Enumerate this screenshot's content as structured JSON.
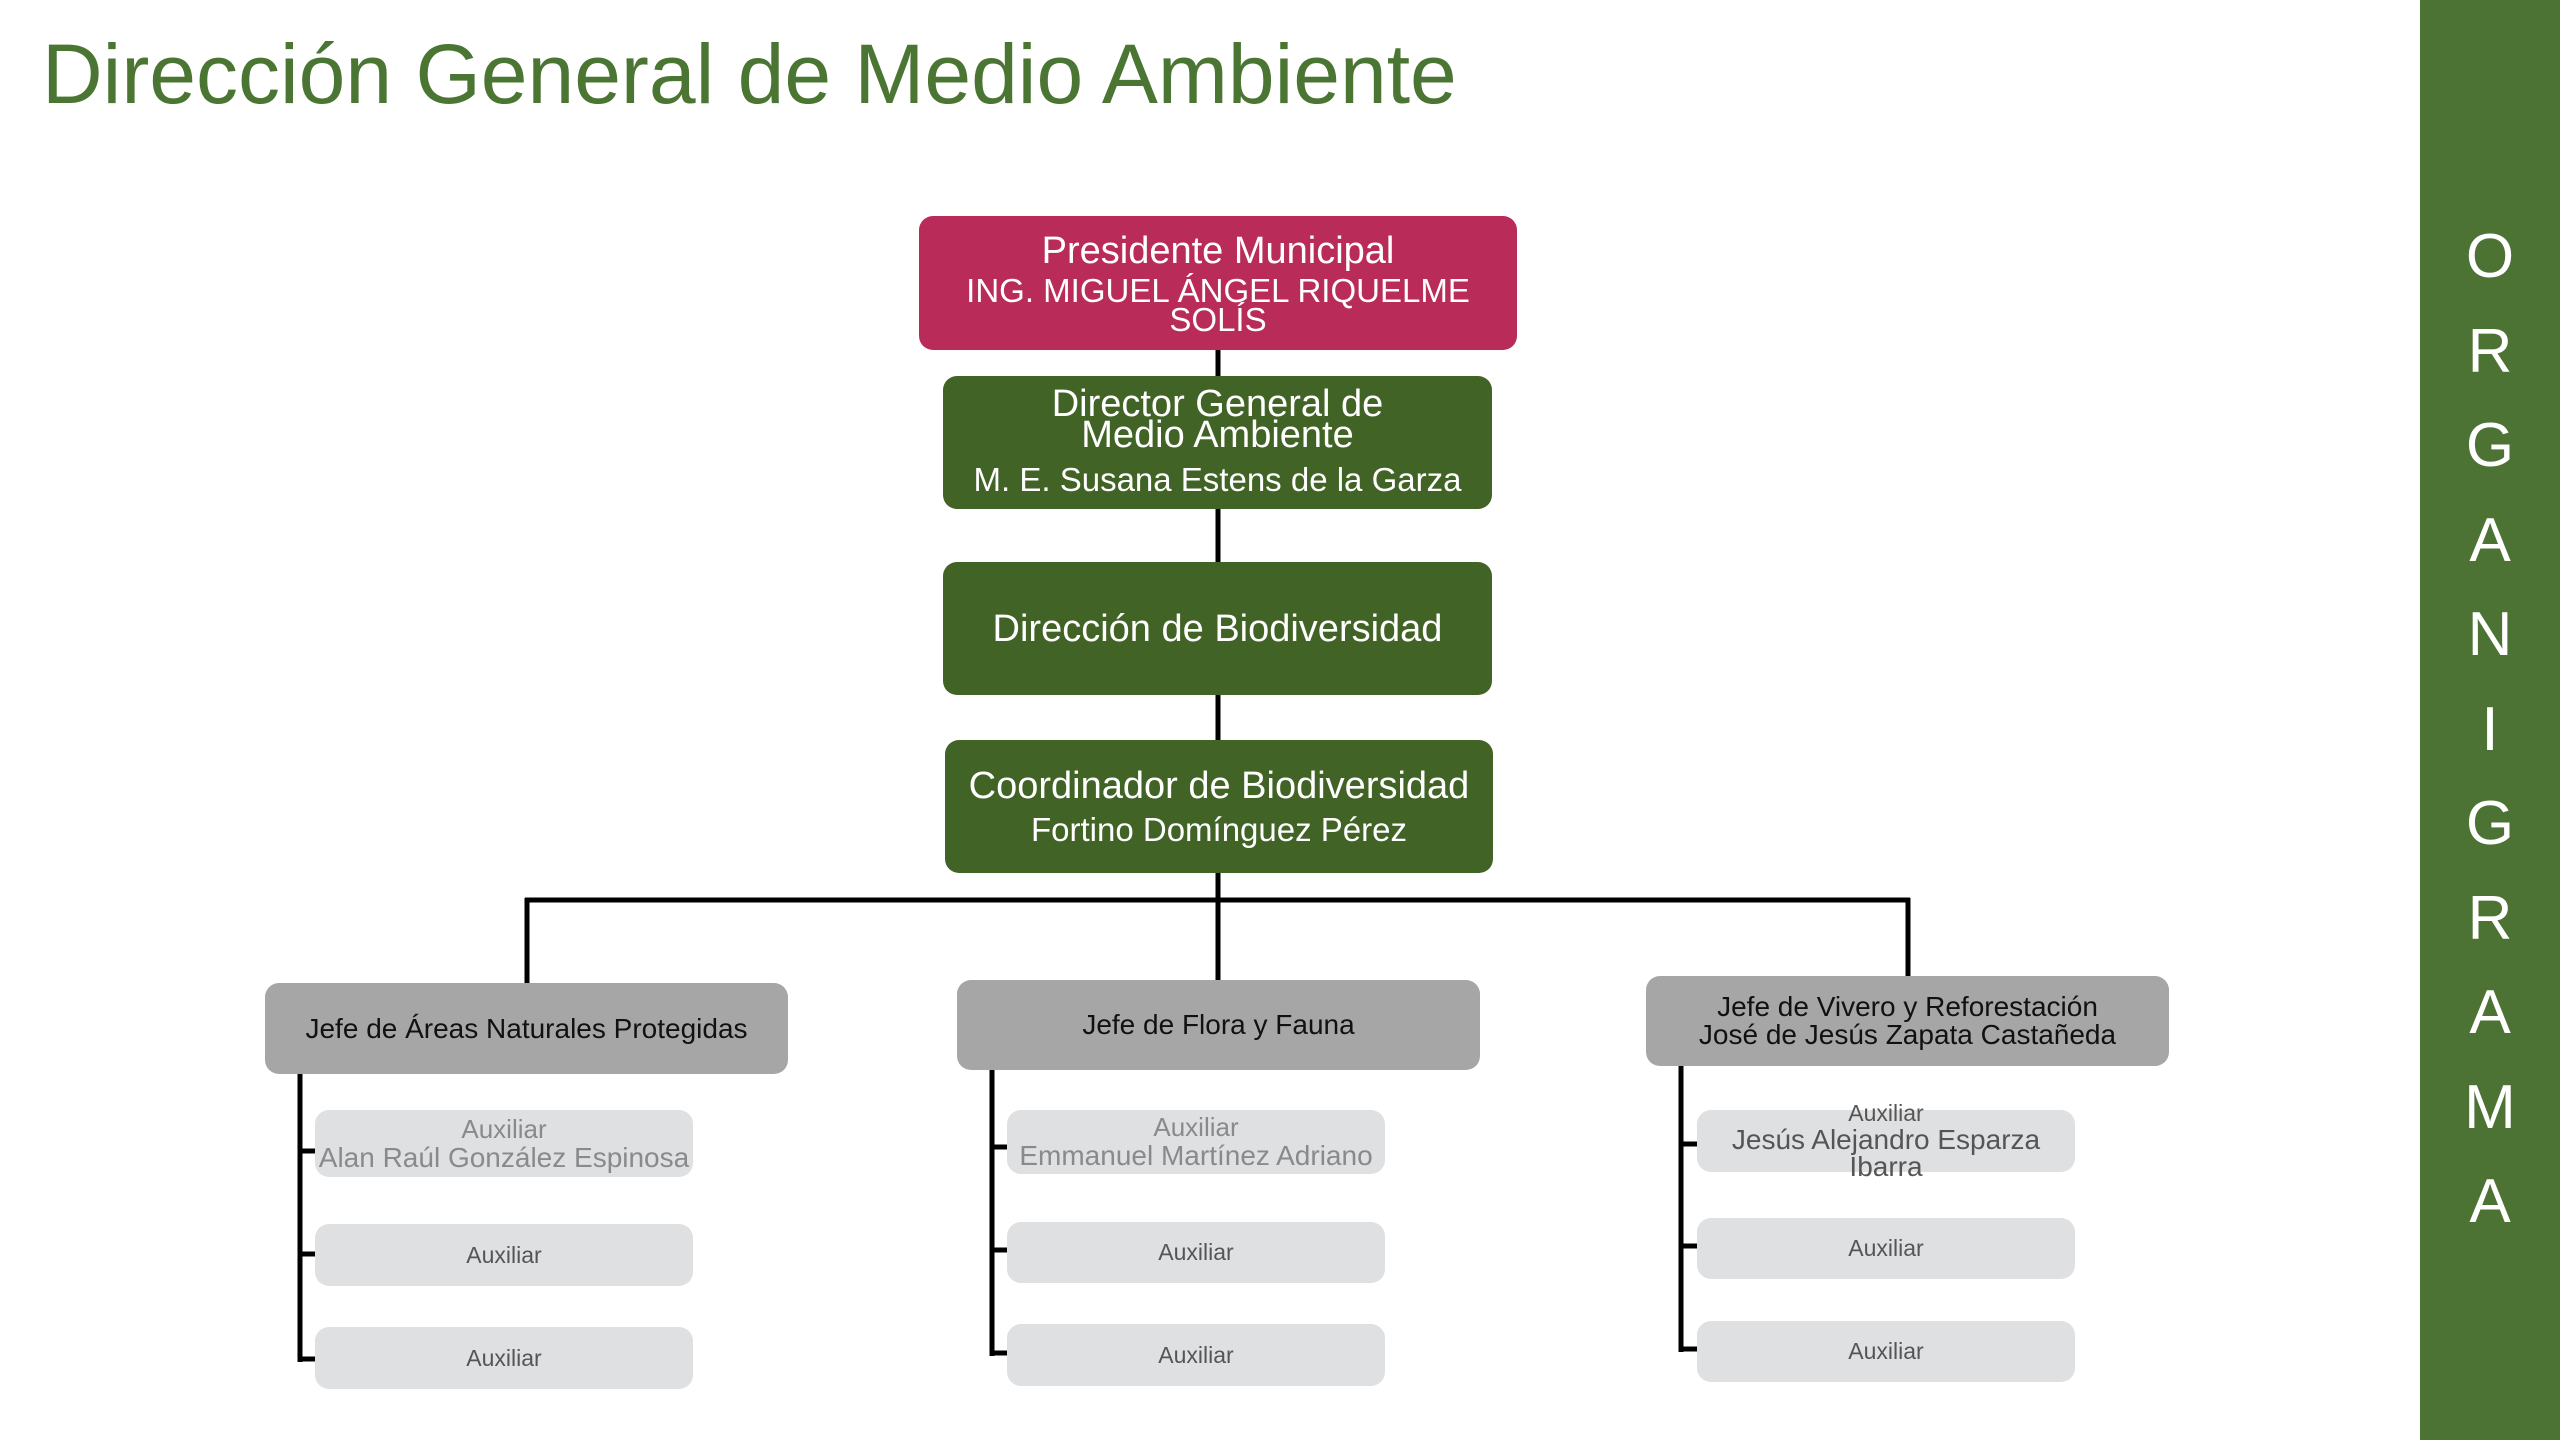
{
  "title": "Dirección General de Medio Ambiente",
  "side_label": [
    "O",
    "R",
    "G",
    "A",
    "N",
    "I",
    "G",
    "R",
    "A",
    "M",
    "A"
  ],
  "president": {
    "role": "Presidente Municipal",
    "name": "ING. MIGUEL ÁNGEL RIQUELME SOLÍS"
  },
  "director": {
    "role": "Director General de Medio Ambiente",
    "name": "M. E. Susana Estens de la Garza"
  },
  "direccion": {
    "role": "Dirección de Biodiversidad"
  },
  "coordinador": {
    "role": "Coordinador de Biodiversidad",
    "name": "Fortino Domínguez Pérez"
  },
  "chiefs": [
    {
      "role": "Jefe de Áreas Naturales Protegidas",
      "name": "",
      "aux": [
        {
          "label": "Auxiliar",
          "name": "Alan Raúl González Espinosa"
        },
        {
          "label": "Auxiliar",
          "name": ""
        },
        {
          "label": "Auxiliar",
          "name": ""
        }
      ]
    },
    {
      "role": "Jefe de Flora y Fauna",
      "name": "",
      "aux": [
        {
          "label": "Auxiliar",
          "name": "Emmanuel Martínez Adriano"
        },
        {
          "label": "Auxiliar",
          "name": ""
        },
        {
          "label": "Auxiliar",
          "name": ""
        }
      ]
    },
    {
      "role": "Jefe de Vivero y Reforestación",
      "name": "José de Jesús Zapata Castañeda",
      "aux": [
        {
          "label": "Auxiliar",
          "name": "Jesús Alejandro Esparza Ibarra"
        },
        {
          "label": "Auxiliar",
          "name": ""
        },
        {
          "label": "Auxiliar",
          "name": ""
        }
      ]
    }
  ],
  "colors": {
    "title": "#4b7533",
    "president": "#b92c59",
    "green_box": "#426326",
    "chief_box": "#a6a6a6",
    "aux_box": "#dfe0e2",
    "side_bar": "#4c7234"
  }
}
